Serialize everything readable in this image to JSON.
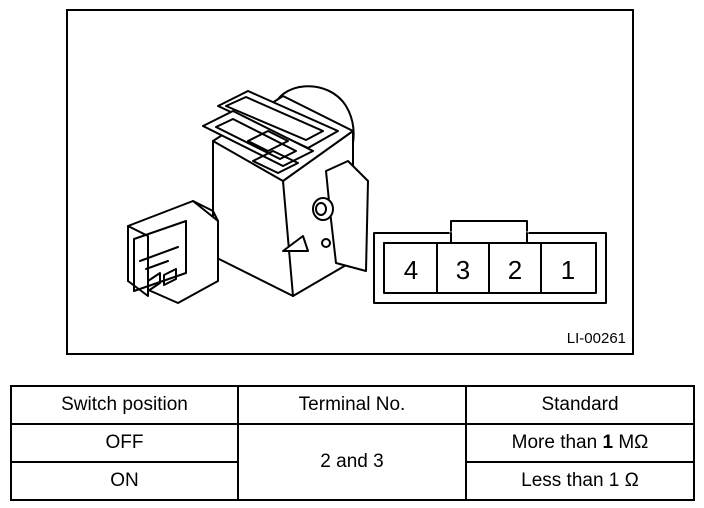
{
  "figure": {
    "id_label": "LI-00261",
    "connector_terminals": [
      "4",
      "3",
      "2",
      "1"
    ]
  },
  "table": {
    "headers": [
      "Switch position",
      "Terminal No.",
      "Standard"
    ],
    "rows": [
      {
        "position": "OFF",
        "standard_prefix": "More than ",
        "standard_value": "1",
        "standard_unit": " MΩ"
      },
      {
        "position": "ON",
        "standard_prefix": "Less than 1 ",
        "standard_value": "",
        "standard_unit": "Ω"
      }
    ],
    "terminal_merged": "2 and 3"
  }
}
